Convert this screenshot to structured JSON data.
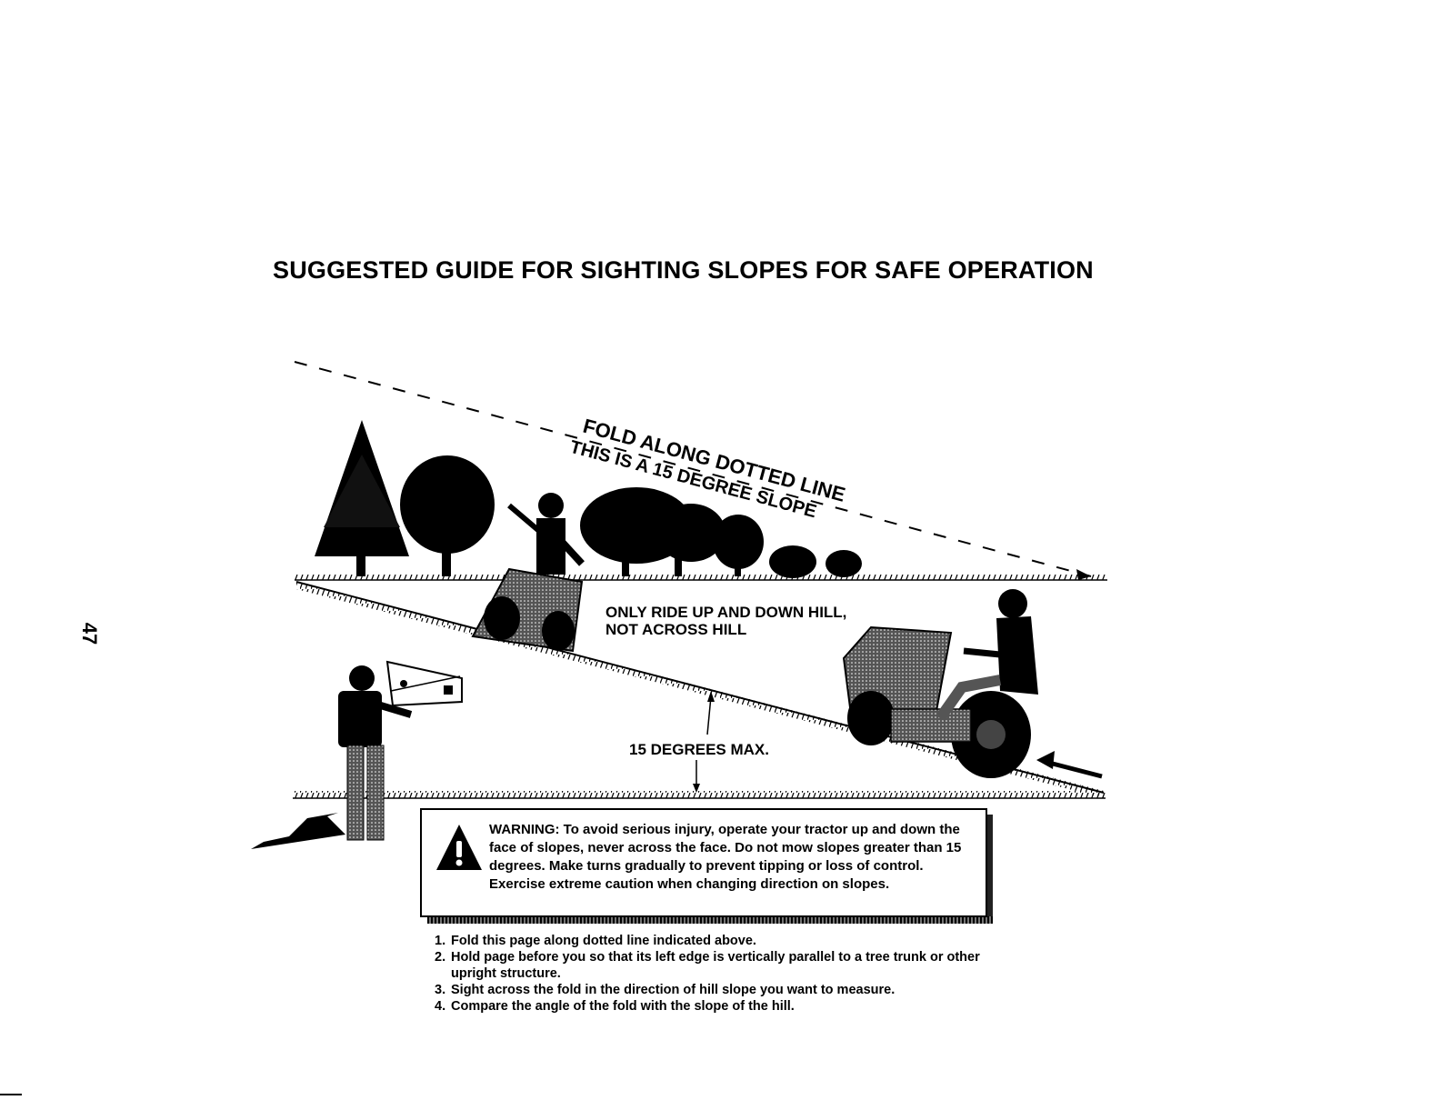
{
  "page": {
    "title": "SUGGESTED GUIDE FOR SIGHTING SLOPES FOR SAFE OPERATION",
    "page_number": "47"
  },
  "illustration": {
    "fold_line_label": "FOLD ALONG DOTTED LINE",
    "slope_label": "THIS IS A 15 DEGREE SLOPE",
    "ride_note": {
      "line1": "ONLY RIDE UP AND DOWN HILL,",
      "line2": "NOT ACROSS HILL"
    },
    "degrees_label": "15 DEGREES MAX."
  },
  "warning": {
    "icon": "warning-triangle-icon",
    "text": "WARNING: To avoid serious injury, operate your tractor up and down the face of slopes, never across the face. Do not mow slopes greater than 15 degrees. Make turns gradually to prevent tipping or loss of control. Exercise extreme caution when changing direction on slopes."
  },
  "steps": [
    {
      "num": "1.",
      "text": "Fold this page along dotted line indicated above."
    },
    {
      "num": "2.",
      "text": "Hold page before you so that its left edge is vertically parallel to a tree trunk or other upright structure."
    },
    {
      "num": "3.",
      "text": "Sight across the fold in the direction of hill slope you want to measure."
    },
    {
      "num": "4.",
      "text": "Compare the angle of the fold with the slope of the hill."
    }
  ]
}
